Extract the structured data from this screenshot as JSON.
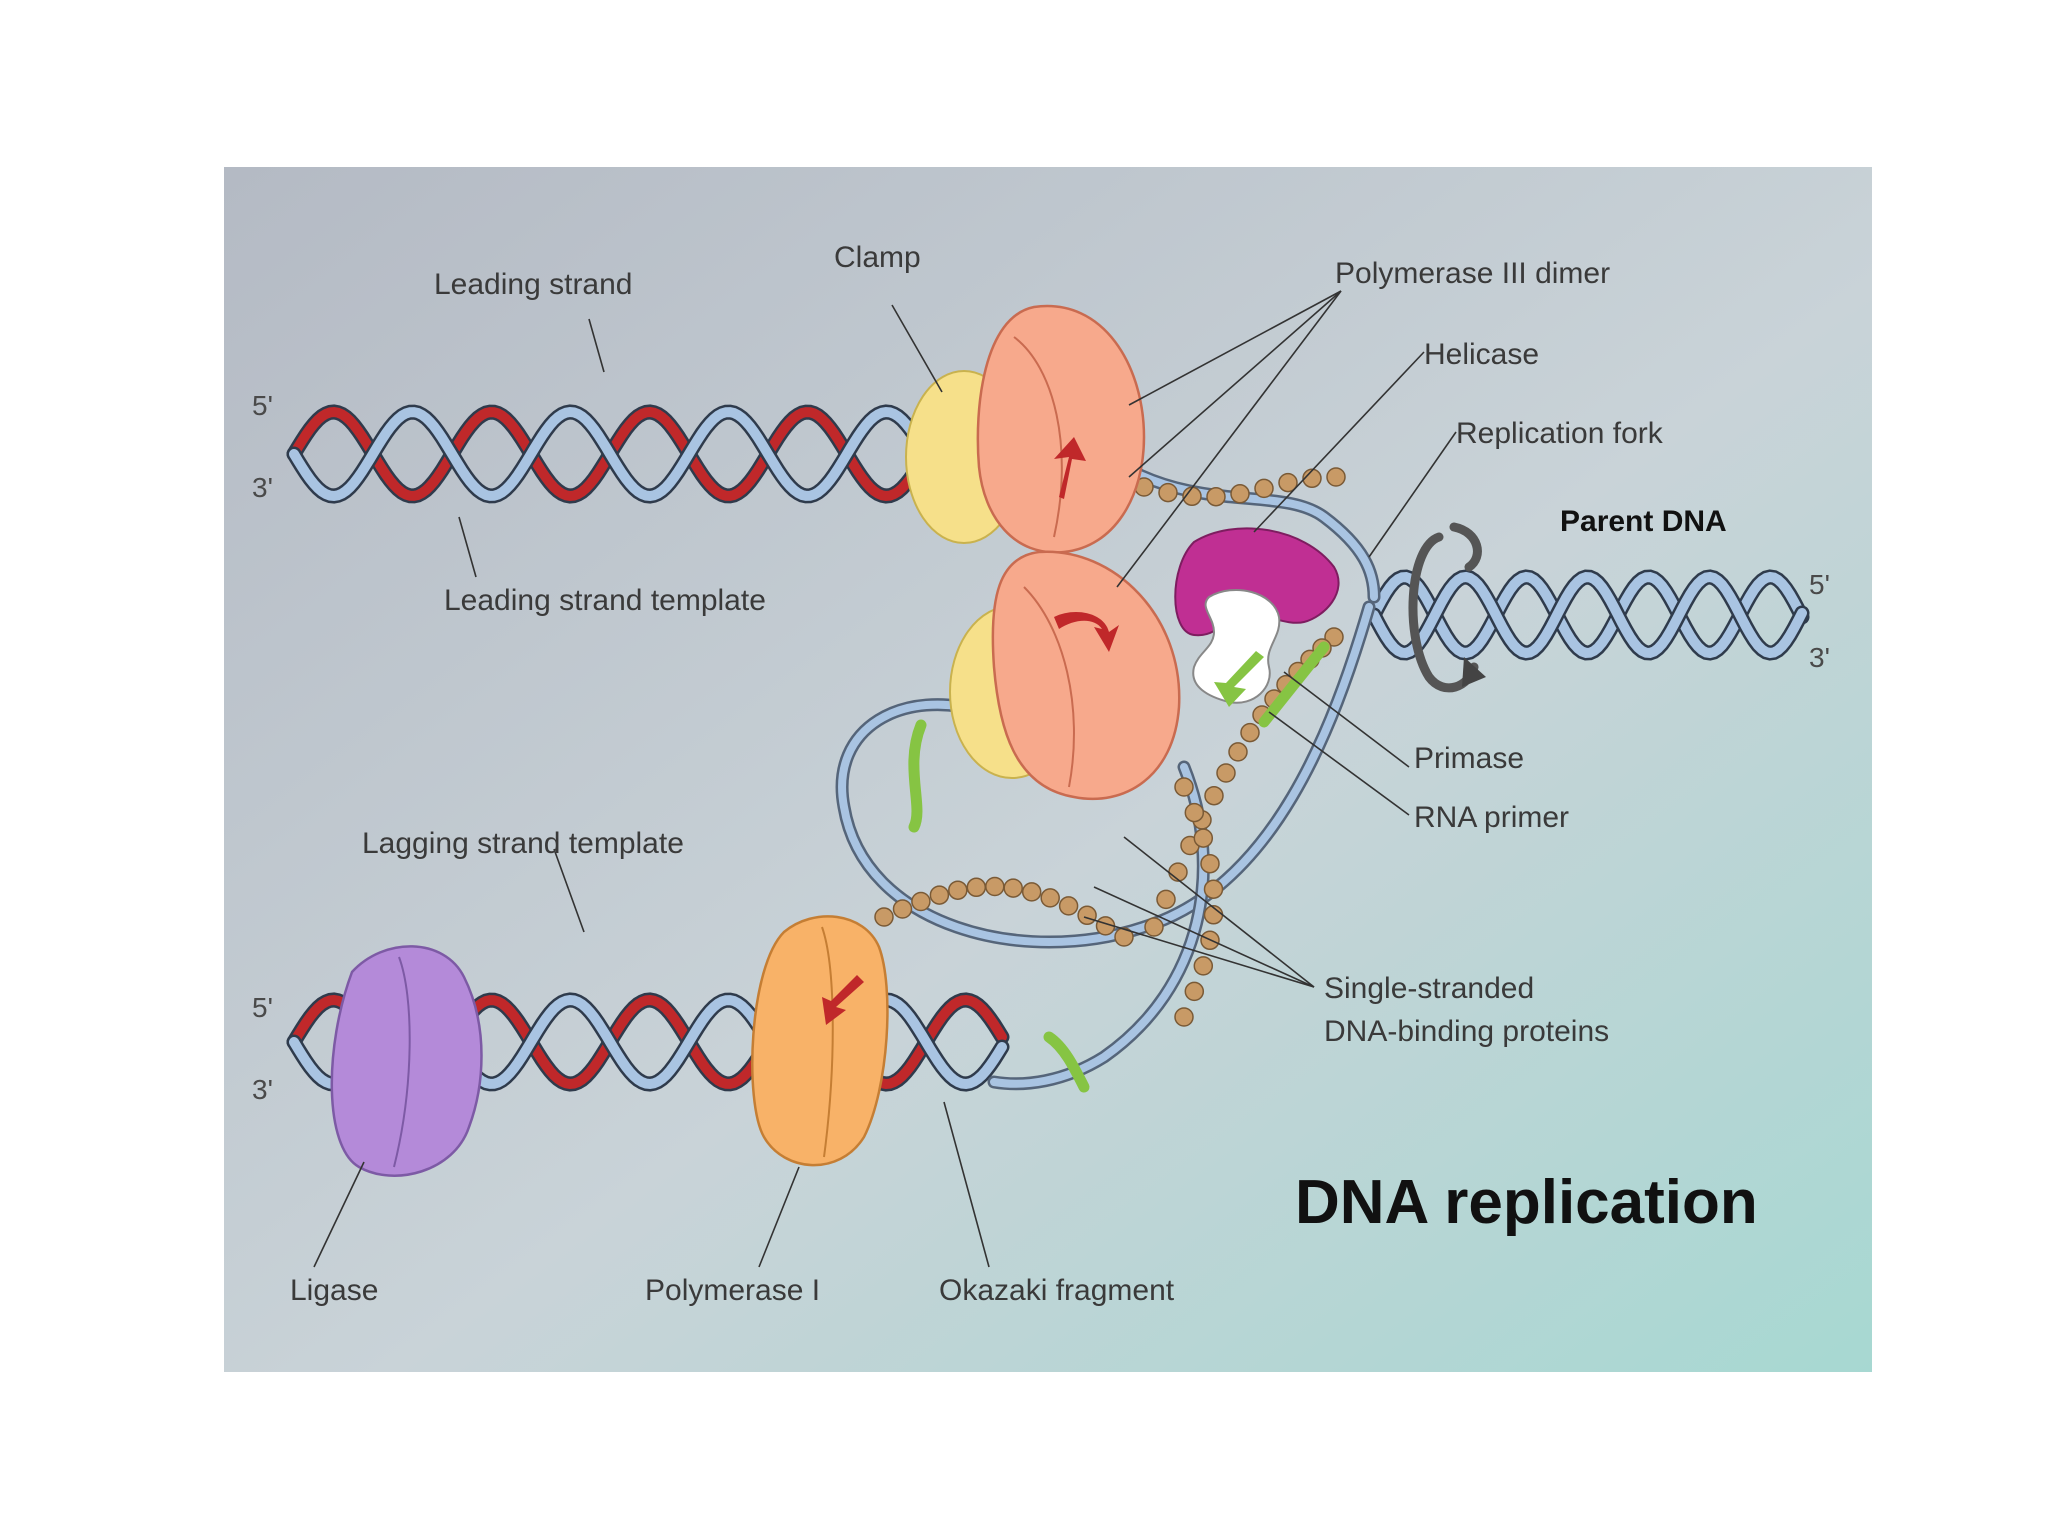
{
  "title": "DNA replication",
  "labels": {
    "leading_strand": "Leading strand",
    "clamp": "Clamp",
    "polymerase_iii_dimer": "Polymerase III dimer",
    "helicase": "Helicase",
    "replication_fork": "Replication fork",
    "parent_dna": "Parent DNA",
    "leading_strand_template": "Leading strand template",
    "primase": "Primase",
    "rna_primer": "RNA primer",
    "lagging_strand_template": "Lagging strand template",
    "ssb_line1": "Single-stranded",
    "ssb_line2": "DNA-binding proteins",
    "ligase": "Ligase",
    "polymerase_i": "Polymerase I",
    "okazaki_fragment": "Okazaki fragment"
  },
  "ends": {
    "top_left_5": "5'",
    "top_left_3": "3'",
    "right_5": "5'",
    "right_3": "3'",
    "bottom_left_5": "5'",
    "bottom_left_3": "3'"
  },
  "colors": {
    "background_start": "#b4bac4",
    "background_end": "#a7d8d2",
    "template_strand": "#a9c4e2",
    "new_strand": "#c0282a",
    "rna_primer": "#86c443",
    "clamp": "#f6e08a",
    "polymerase_iii": "#f7a98c",
    "helicase": "#c02f93",
    "primase": "#ffffff",
    "ssb_protein": "#c89a66",
    "ligase": "#b48ad9",
    "polymerase_i": "#f8b268"
  }
}
